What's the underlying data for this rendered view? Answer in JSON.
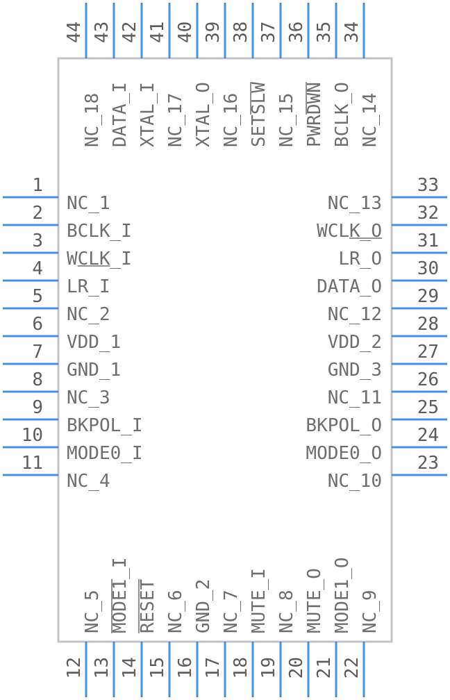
{
  "left_pins": [
    {
      "num": "1",
      "label": "NC_1"
    },
    {
      "num": "2",
      "label": "BCLK_I"
    },
    {
      "num": "3",
      "label": "WCLK_I"
    },
    {
      "num": "4",
      "label": "LR_I"
    },
    {
      "num": "5",
      "label": "NC_2"
    },
    {
      "num": "6",
      "label": "VDD_1"
    },
    {
      "num": "7",
      "label": "GND_1"
    },
    {
      "num": "8",
      "label": "NC_3"
    },
    {
      "num": "9",
      "label": "BKPOL_I"
    },
    {
      "num": "10",
      "label": "MODE0_I"
    },
    {
      "num": "11",
      "label": "NC_4"
    }
  ],
  "right_pins": [
    {
      "num": "33",
      "label": "NC_13"
    },
    {
      "num": "32",
      "label": "WCLK_O"
    },
    {
      "num": "31",
      "label": "LR_O"
    },
    {
      "num": "30",
      "label": "DATA_O"
    },
    {
      "num": "29",
      "label": "NC_12"
    },
    {
      "num": "28",
      "label": "VDD_2"
    },
    {
      "num": "27",
      "label": "GND_3"
    },
    {
      "num": "26",
      "label": "NC_11"
    },
    {
      "num": "25",
      "label": "BKPOL_O"
    },
    {
      "num": "24",
      "label": "MODE0_O"
    },
    {
      "num": "23",
      "label": "NC_10"
    }
  ],
  "top_pins": [
    {
      "num": "44",
      "label": "NC_18"
    },
    {
      "num": "43",
      "label": "DATA_I"
    },
    {
      "num": "42",
      "label": "XTAL_I"
    },
    {
      "num": "41",
      "label": "NC_17"
    },
    {
      "num": "40",
      "label": "XTAL_O"
    },
    {
      "num": "39",
      "label": "NC_16"
    },
    {
      "num": "38",
      "label": "SETSLW"
    },
    {
      "num": "37",
      "label": "NC_15"
    },
    {
      "num": "36",
      "label": "PWRDWN"
    },
    {
      "num": "35",
      "label": "BCLK_O"
    },
    {
      "num": "34",
      "label": "NC_14"
    }
  ],
  "bottom_pins": [
    {
      "num": "12",
      "label": "NC_5"
    },
    {
      "num": "13",
      "label": "MODE1_I"
    },
    {
      "num": "14",
      "label": "RESET"
    },
    {
      "num": "15",
      "label": "NC_6"
    },
    {
      "num": "16",
      "label": "GND_2"
    },
    {
      "num": "17",
      "label": "NC_7"
    },
    {
      "num": "18",
      "label": "MUTE_I"
    },
    {
      "num": "19",
      "label": "NC_8"
    },
    {
      "num": "20",
      "label": "MUTE_O"
    },
    {
      "num": "21",
      "label": "MODE1_O"
    },
    {
      "num": "22",
      "label": "NC_9"
    }
  ],
  "colors": {
    "pin": "#4a90e2",
    "body_outline": "#c4c4c4",
    "text": "#6e6e6e"
  }
}
